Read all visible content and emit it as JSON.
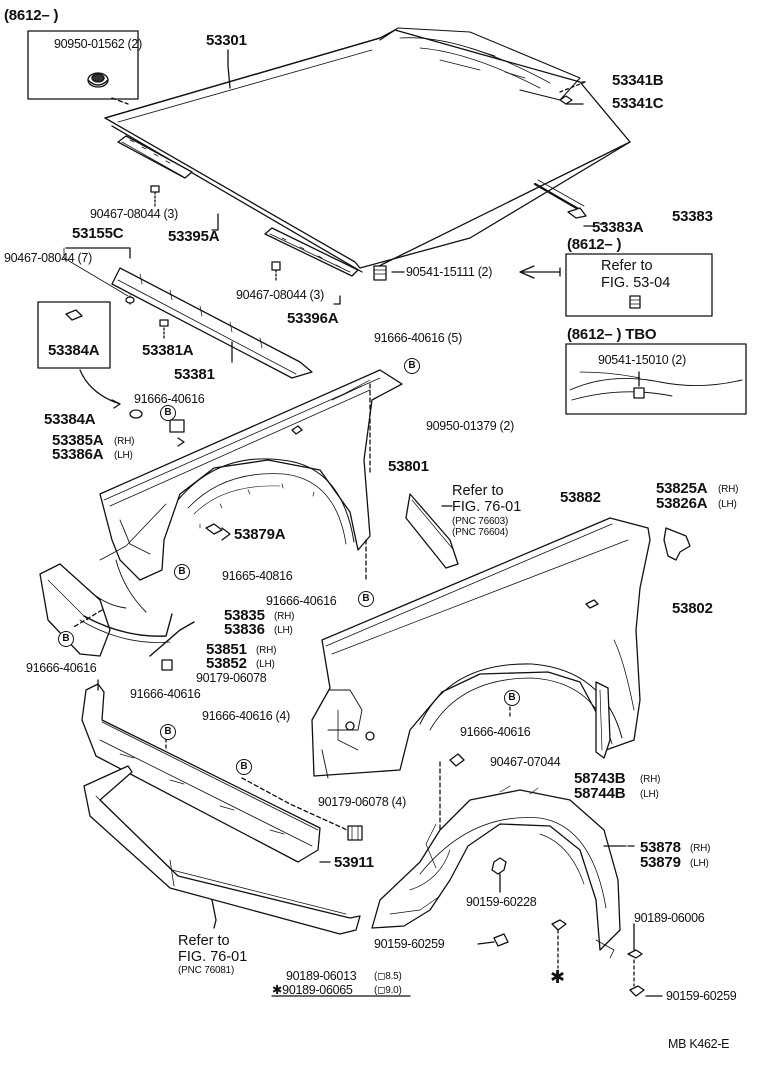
{
  "header": {
    "date_range": "(8612–      )",
    "inset_part": "90950-01562 (2)"
  },
  "hood": {
    "hood": "53301",
    "insulator": "53341B",
    "clip": "53341C",
    "support_rod": "53383",
    "rod_holder": "53383A",
    "bumper_stop": "90541-15111 (2)"
  },
  "hood_seals": {
    "bolt_front": "90467-08044 (3)",
    "seal_front": "53395A",
    "bolt_rear": "90467-08044 (3)",
    "seal_rear": "53396A"
  },
  "refer_box_1": {
    "date_range": "(8612–         )",
    "line1": "Refer to",
    "line2": "FIG. 53-04"
  },
  "tbo_box": {
    "date_range": "(8612–         ) TBO",
    "part": "90541-15010 (2)"
  },
  "cowl": {
    "seal_group": "53155C",
    "bolt": "90467-08044 (7)",
    "seal_a": "53381A",
    "seal": "53381",
    "pad_inset": "53384A",
    "pad": "53384A",
    "seal_rh": "53385A",
    "seal_lh": "53386A",
    "rh": "(RH)",
    "lh": "(LH)"
  },
  "fender_lh": {
    "screws_5": "91666-40616 (5)",
    "screw_top": "91666-40616",
    "clip": "90950-01379 (2)",
    "fender": "53801",
    "bracket": "53879A",
    "screw_mid": "91665-40816",
    "screw_low": "91666-40616",
    "bracket_rh": "53835",
    "bracket_lh": "53836",
    "rh": "(RH)",
    "lh": "(LH)",
    "stay_rh": "53851",
    "stay_lh": "53852",
    "nut": "90179-06078",
    "screw_left": "91666-40616"
  },
  "fender_rh": {
    "refer_line1": "Refer to",
    "refer_line2": "FIG. 76-01",
    "pnc1": "(PNC 76603)",
    "pnc2": "(PNC 76604)",
    "molding": "53882",
    "bracket_rh": "53825A",
    "bracket_lh": "53826A",
    "rh": "(RH)",
    "lh": "(LH)",
    "fender": "53802",
    "screw": "91666-40616",
    "screw2": "90467-07044",
    "mud_rh": "58743B",
    "mud_lh": "58744B"
  },
  "front_panel": {
    "screw_a": "91666-40616",
    "screws_4": "91666-40616 (4)",
    "nuts_4": "90179-06078 (4)",
    "panel": "53911",
    "refer_line1": "Refer to",
    "refer_line2": "FIG. 76-01",
    "pnc": "(PNC 76081)",
    "bolt_a": "90189-06013",
    "bolt_a_size": "(◻8.5)",
    "bolt_b": "✱90189-06065",
    "bolt_b_size": "(◻9.0)"
  },
  "liner": {
    "liner_rh": "53878",
    "liner_lh": "53879",
    "rh": "(RH)",
    "lh": "(LH)",
    "screw_a": "90159-60228",
    "screw_b": "90159-60259",
    "nut": "90189-06006",
    "screw_c": "90159-60259",
    "asterisk": "✱"
  },
  "footer": {
    "code": "MB  K462-E"
  },
  "misc": {
    "b": "B"
  }
}
